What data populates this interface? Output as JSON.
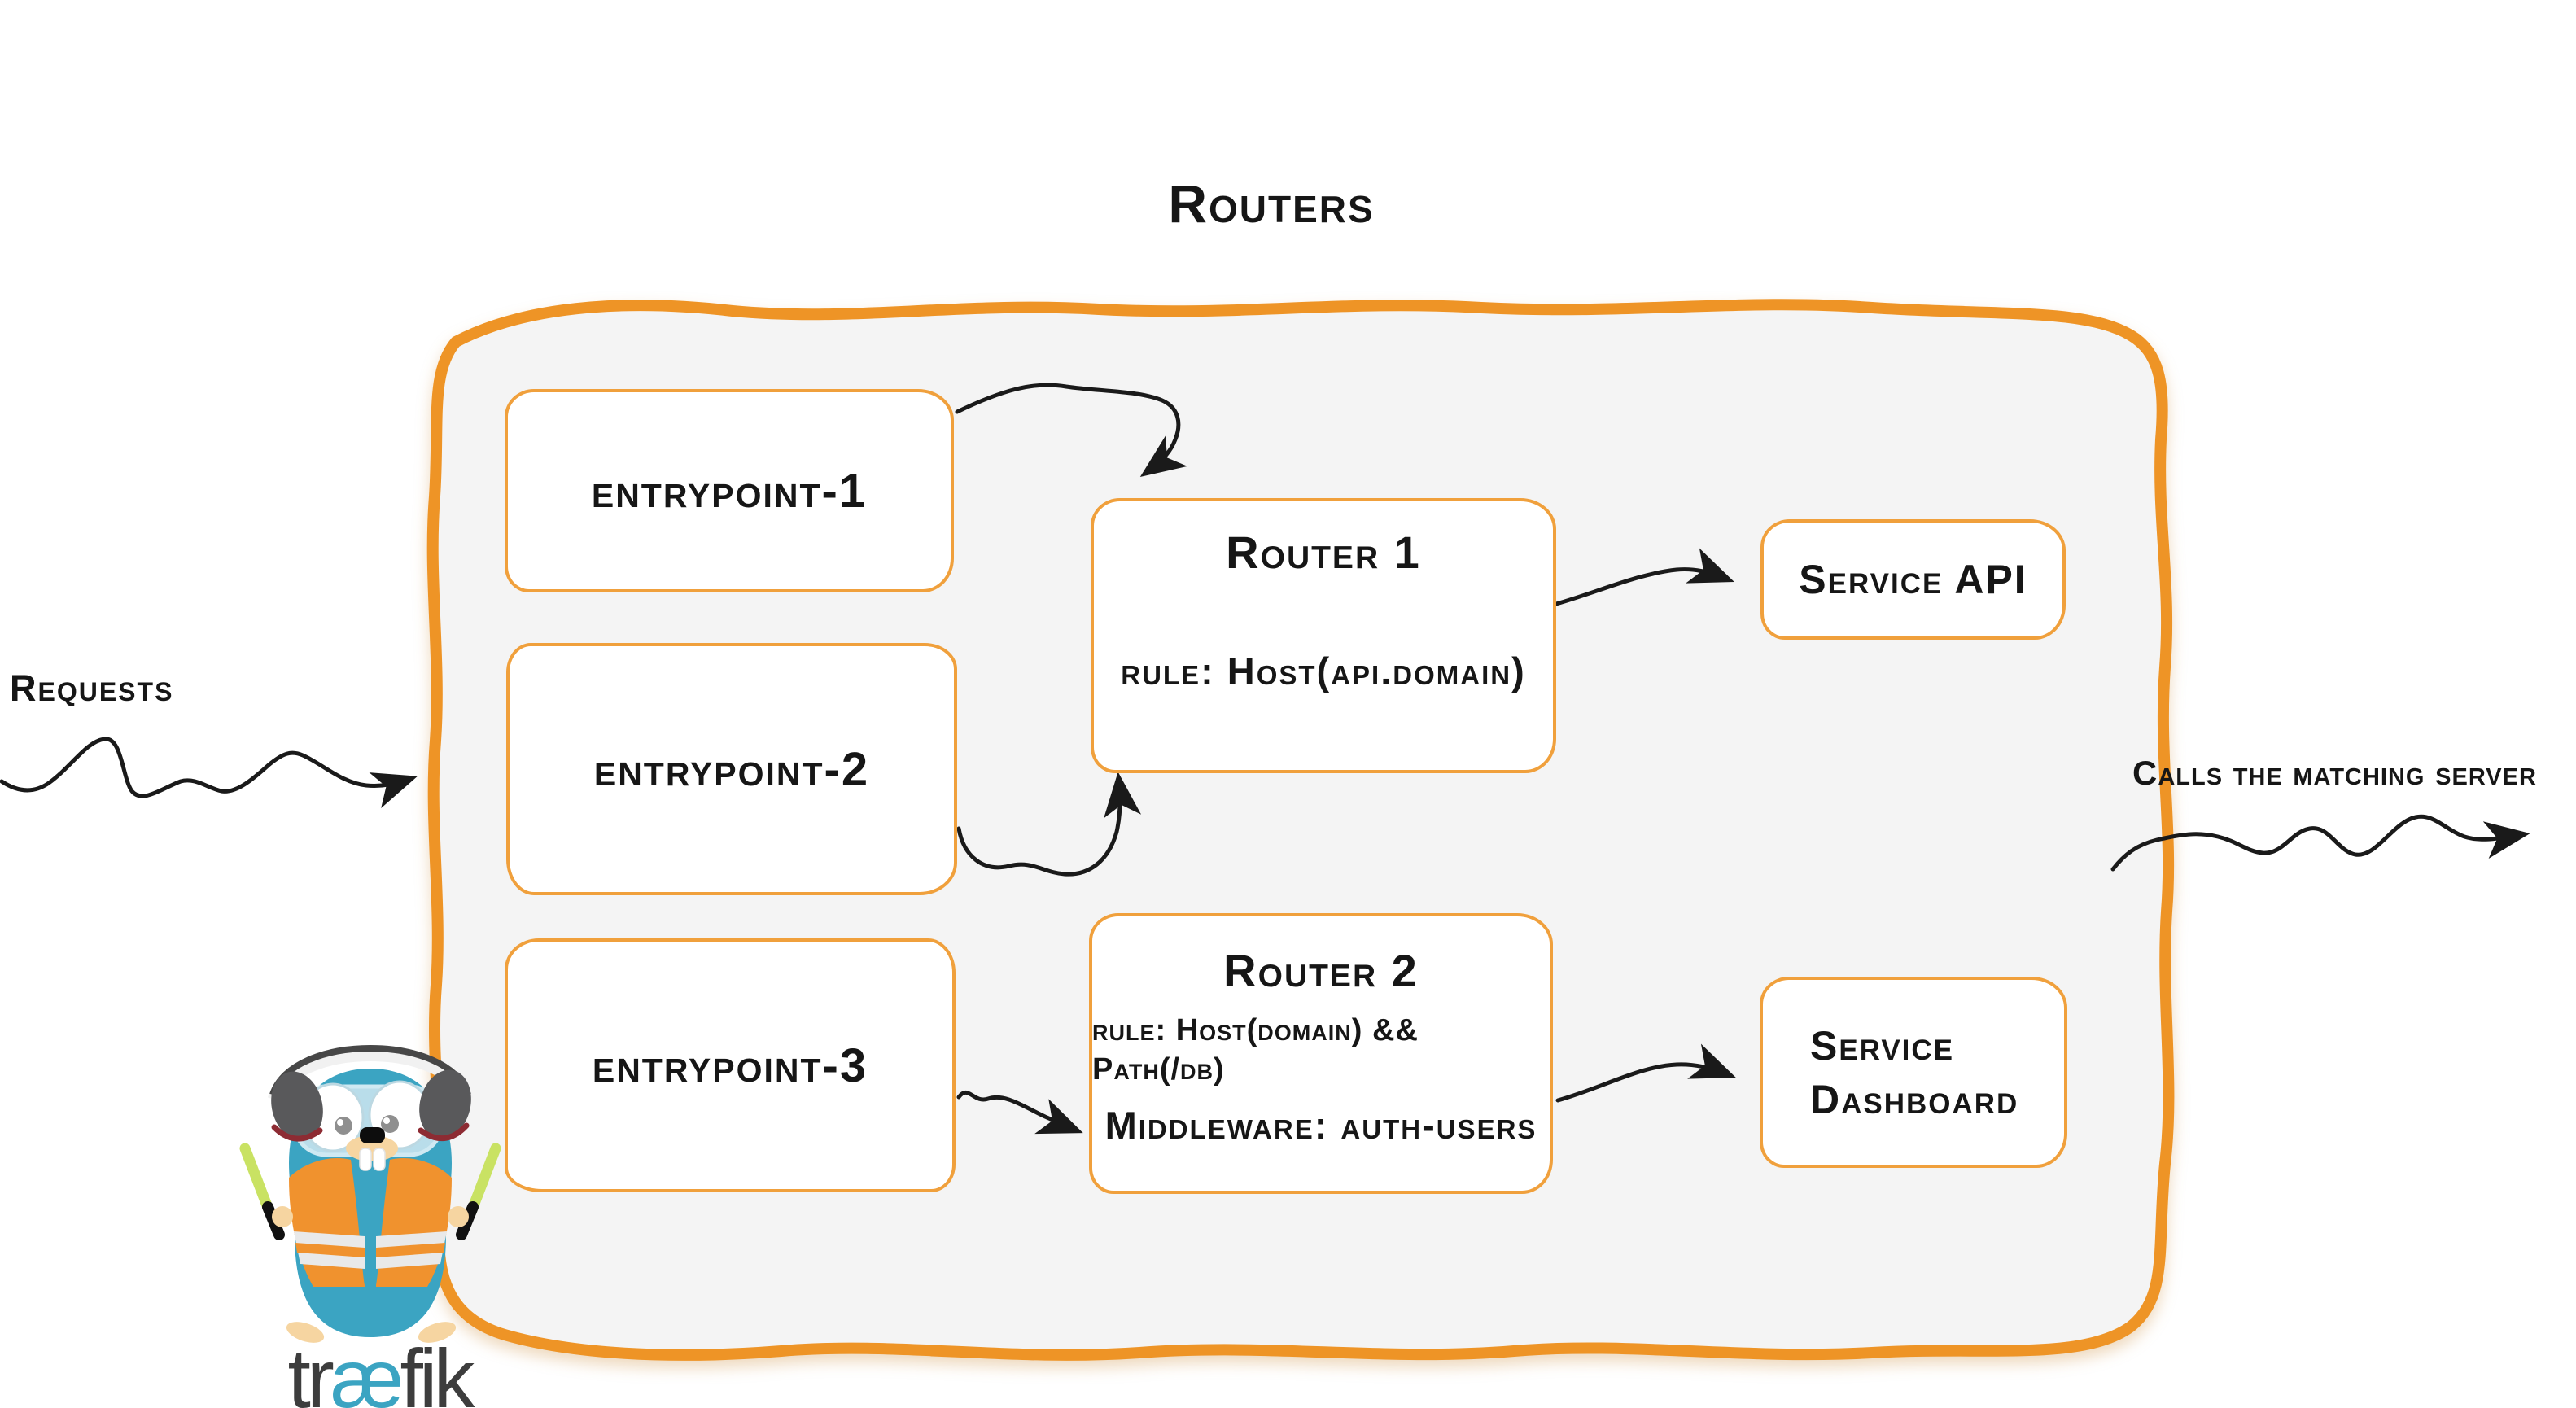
{
  "diagram_title": "Routers",
  "annotations": {
    "requests_label": "Requests",
    "calls_label": "Calls the matching server"
  },
  "container": {
    "entrypoints": [
      {
        "label": "entrypoint-1"
      },
      {
        "label": "entrypoint-2"
      },
      {
        "label": "entrypoint-3"
      }
    ],
    "routers": [
      {
        "title": "Router 1",
        "rule": "rule: Host(api.domain)"
      },
      {
        "title": "Router 2",
        "rule": "rule: Host(domain) && Path(/db)",
        "middleware": "Middleware: auth-users"
      }
    ],
    "services": [
      {
        "label": "Service API"
      },
      {
        "label": "Service Dashboard"
      }
    ]
  },
  "logo": {
    "wordmark_pre": "tr",
    "wordmark_ae": "æ",
    "wordmark_post": "fik"
  },
  "colors": {
    "container_border_orange": "#EE9426",
    "box_border_orange": "#F0A03C",
    "container_fill": "#f4f4f4",
    "arrow_black": "#1a1a1a",
    "gopher_teal": "#3BA4C2",
    "vest_orange": "#F0922E",
    "baton_green": "#C9E263",
    "logo_dark": "#3d3d3d"
  }
}
